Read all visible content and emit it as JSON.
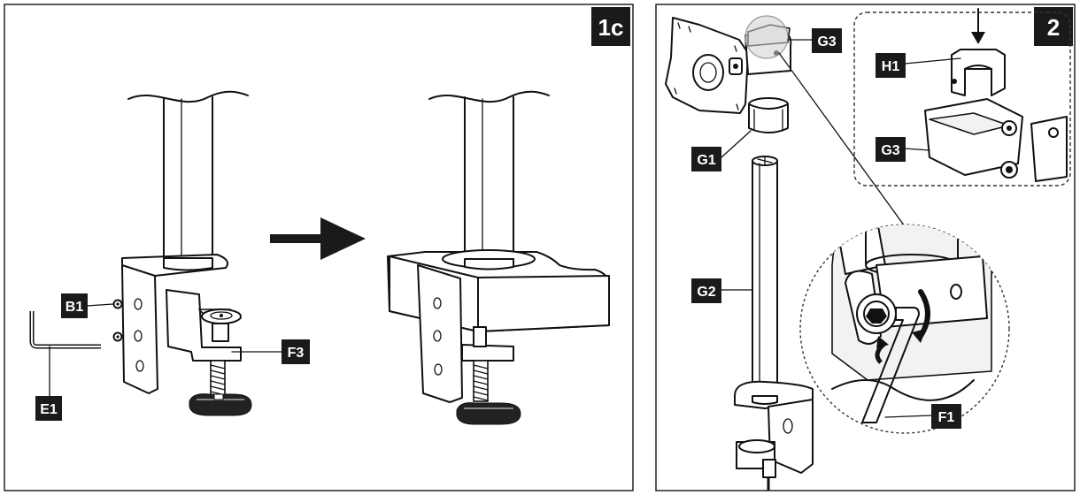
{
  "panel_left": {
    "step_label": "1c"
  },
  "panel_right": {
    "step_label": "2"
  },
  "parts": {
    "b1": "B1",
    "e1": "E1",
    "f3": "F3",
    "g1": "G1",
    "g2": "G2",
    "g3_top": "G3",
    "g3_inset": "G3",
    "h1": "H1",
    "f1": "F1"
  },
  "colors": {
    "line": "#111111",
    "label_bg": "#1a1a1a",
    "label_text": "#ffffff"
  }
}
